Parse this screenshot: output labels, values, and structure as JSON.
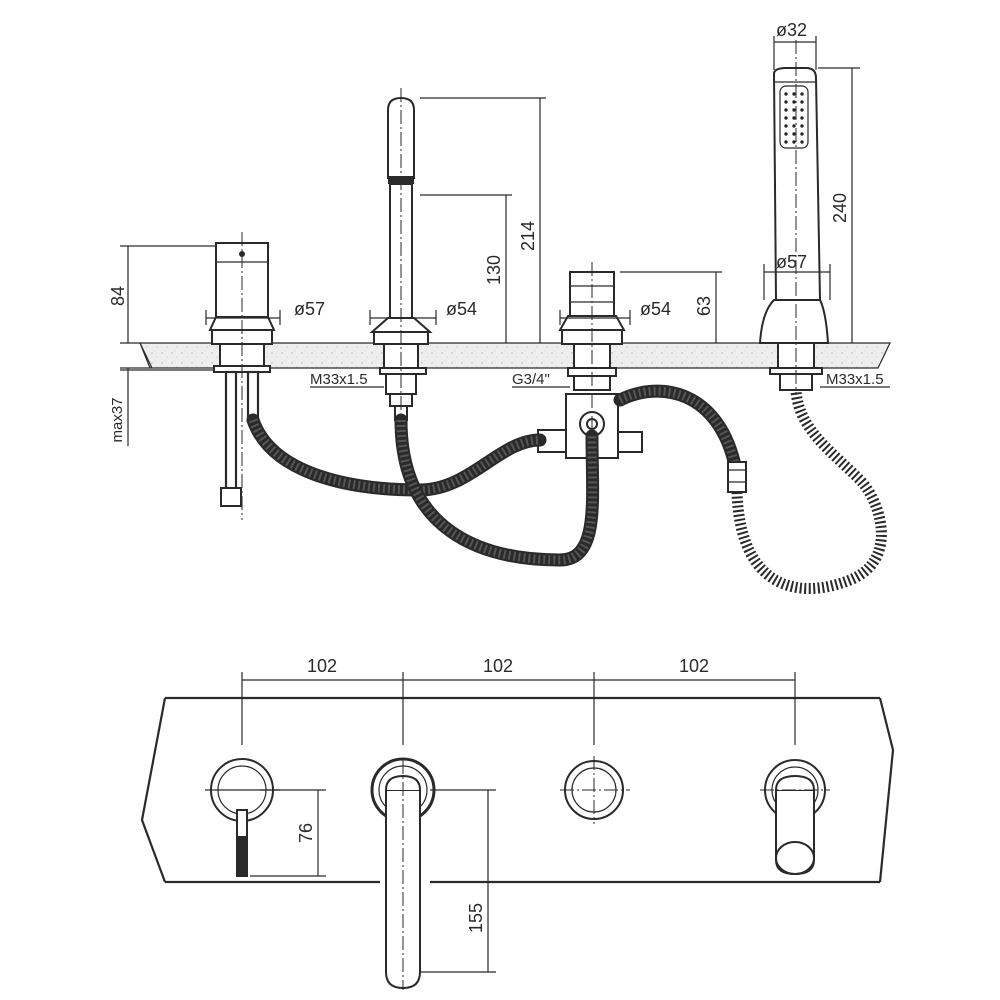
{
  "diagram": {
    "side_view": {
      "d_handshower": "ø32",
      "d_mixer": "ø57",
      "d_spout": "ø54",
      "d_diverter": "ø54",
      "d_handshower_base": "ø57",
      "h_mixer": "84",
      "h_spout_total": "214",
      "h_spout_outlet": "130",
      "h_diverter": "63",
      "h_handshower": "240",
      "below_deck": "max37",
      "thread_spout": "M33x1.5",
      "thread_diverter": "G3/4\"",
      "thread_handshower": "M33x1.5"
    },
    "top_view": {
      "spacing_1": "102",
      "spacing_2": "102",
      "spacing_3": "102",
      "lever_length": "76",
      "spout_projection": "155"
    }
  }
}
